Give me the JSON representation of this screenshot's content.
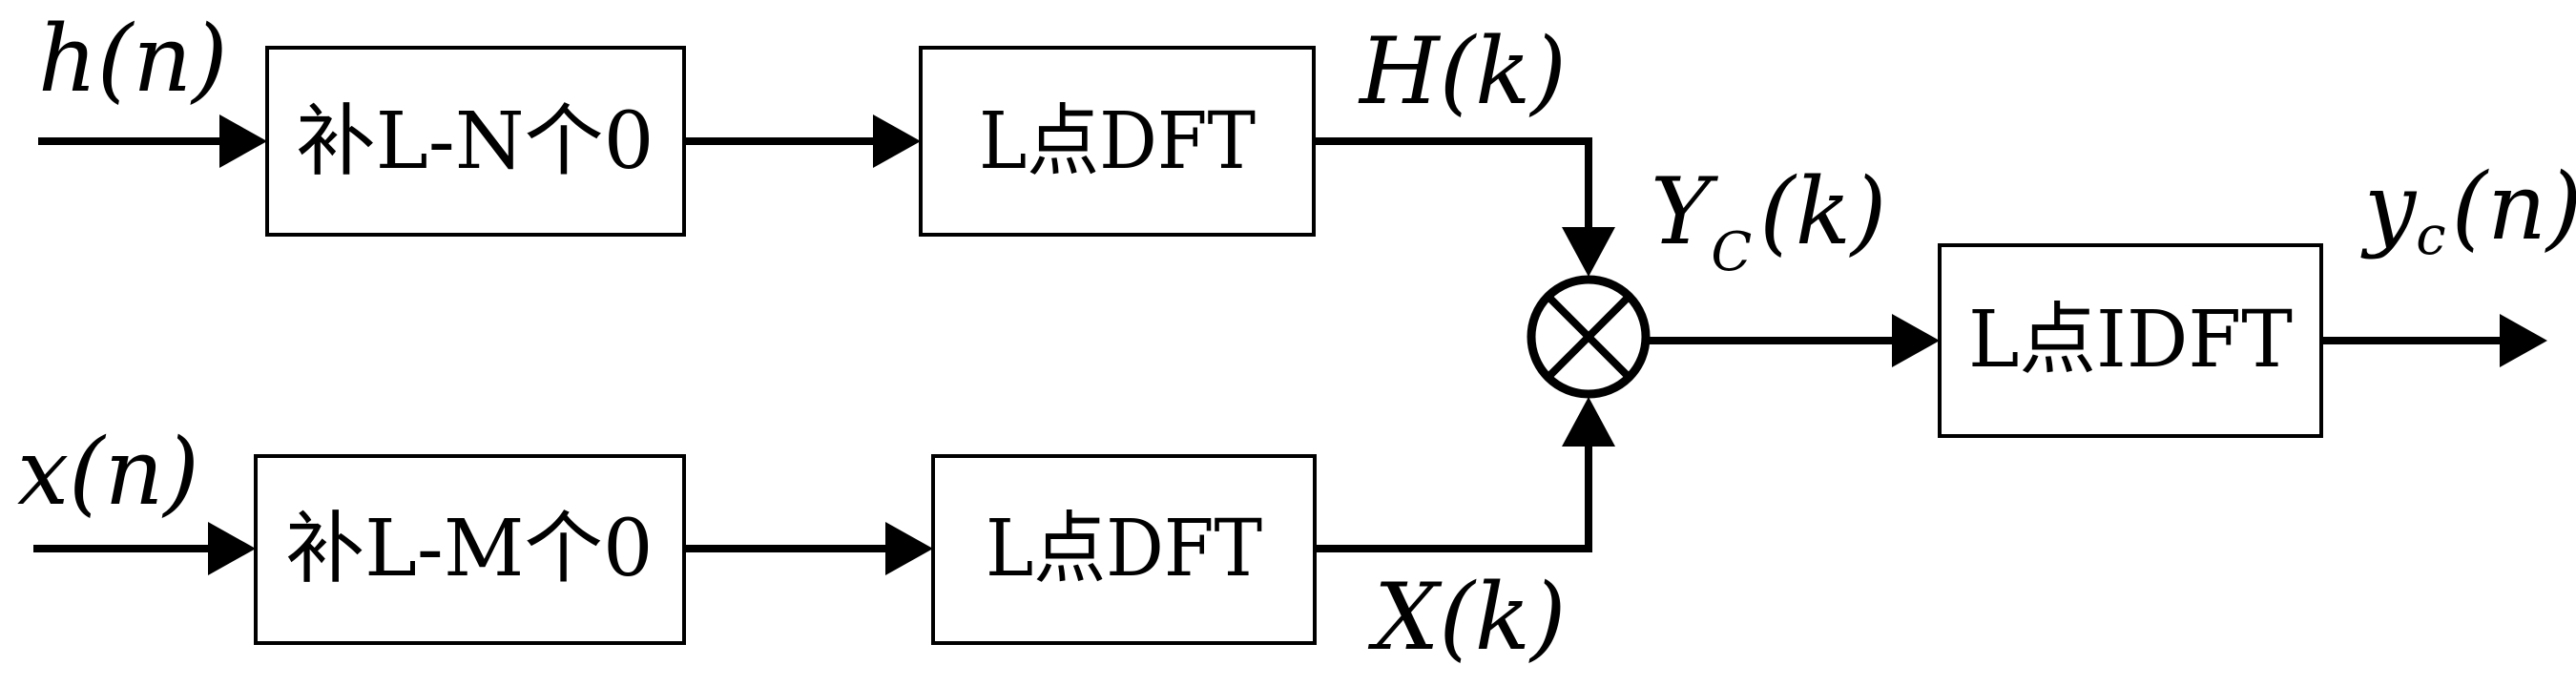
{
  "blocks": {
    "pad_h": "补L-N个0",
    "pad_x": "补L-M个0",
    "dft_h": "L点DFT",
    "dft_x": "L点DFT",
    "idft": "L点IDFT"
  },
  "signals": {
    "h_n": "h(n)",
    "x_n": "x(n)",
    "H_k": "H(k)",
    "X_k": "X(k)",
    "Y_c_k": {
      "base": "Y",
      "sub": "C",
      "arg": "(k)"
    },
    "y_c_n": {
      "base": "y",
      "sub": "c",
      "arg": "(n)"
    }
  },
  "icons": {
    "multiplier": "multiply-circle-icon"
  }
}
